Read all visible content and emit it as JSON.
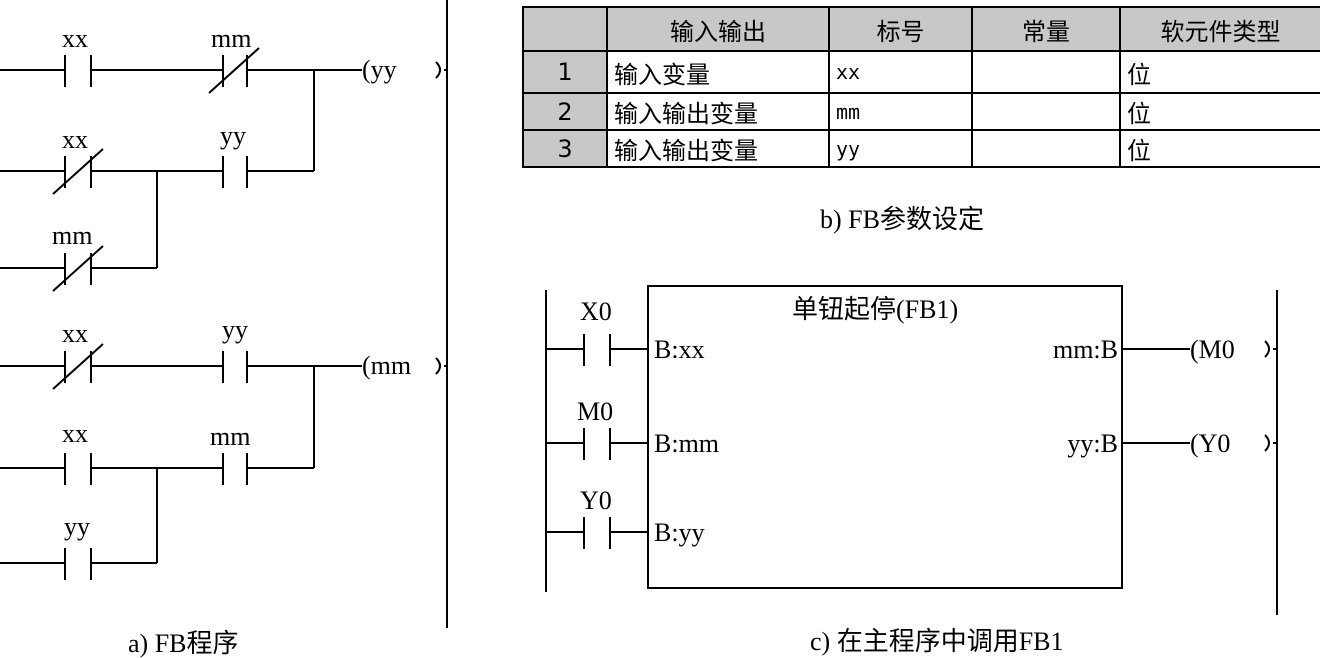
{
  "part_a": {
    "caption": "a) FB程序",
    "rung1": {
      "contact1": "xx",
      "contact2": "mm",
      "coil": "(yy",
      "branch_contact1": "xx",
      "branch_contact2": "yy",
      "branch_contact3": "mm"
    },
    "rung2": {
      "contact1": "xx",
      "contact2": "yy",
      "coil": "(mm",
      "branch_contact1": "xx",
      "branch_contact2": "mm",
      "branch_contact3": "yy"
    }
  },
  "part_b": {
    "caption": "b) FB参数设定",
    "headers": [
      "",
      "输入输出",
      "标号",
      "常量",
      "软元件类型"
    ],
    "rows": [
      {
        "idx": "1",
        "kind": "输入变量",
        "label": "xx",
        "const": "",
        "type": "位"
      },
      {
        "idx": "2",
        "kind": "输入输出变量",
        "label": "mm",
        "const": "",
        "type": "位"
      },
      {
        "idx": "3",
        "kind": "输入输出变量",
        "label": "yy",
        "const": "",
        "type": "位"
      }
    ]
  },
  "part_c": {
    "caption": "c) 在主程序中调用FB1",
    "fb_title": "单钮起停(FB1)",
    "inputs": [
      {
        "contact": "X0",
        "pin": "B:xx"
      },
      {
        "contact": "M0",
        "pin": "B:mm"
      },
      {
        "contact": "Y0",
        "pin": "B:yy"
      }
    ],
    "outputs": [
      {
        "pin": "mm:B",
        "coil": "(M0"
      },
      {
        "pin": "yy:B",
        "coil": "(Y0"
      }
    ]
  }
}
